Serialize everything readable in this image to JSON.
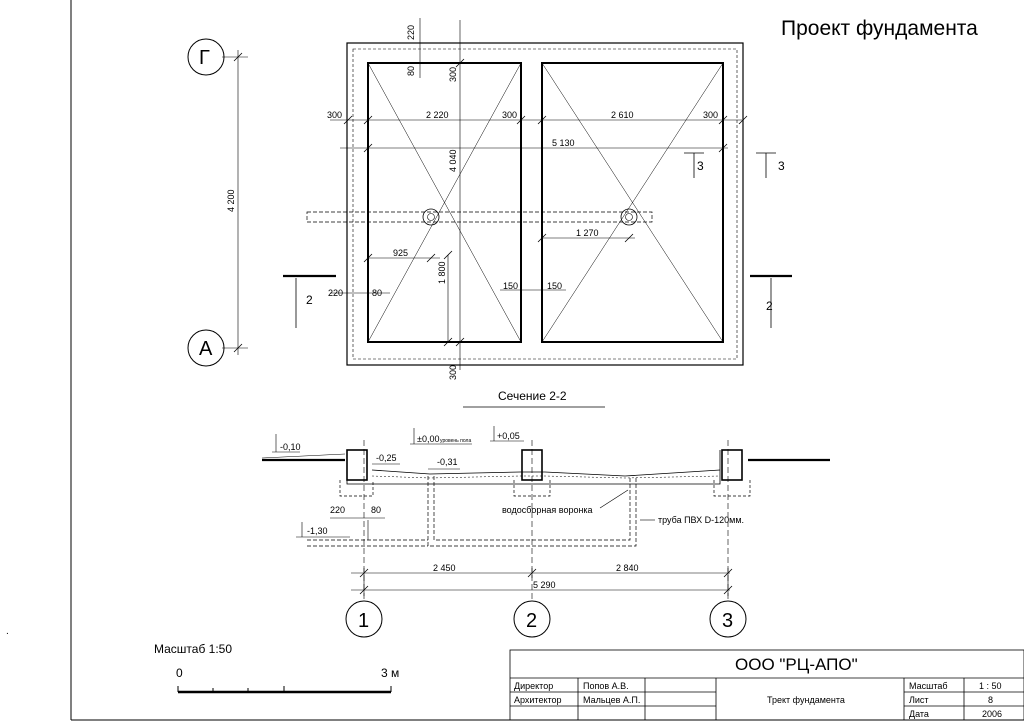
{
  "sheet": {
    "title": "Проект фундамента",
    "section_title": "Сечение 2-2",
    "scale_label": "Масштаб 1:50",
    "scale_start": "0",
    "scale_end": "3 м",
    "stray_mark": "."
  },
  "plan": {
    "axis_top": "Г",
    "axis_bottom": "А",
    "cut_label_2": "2",
    "cut_label_3": "3",
    "dims": {
      "d220_top": "220",
      "d80_top": "80",
      "d300_top": "300",
      "d300_left": "300",
      "d2220": "2 220",
      "d300_mid": "300",
      "d2610": "2 610",
      "d300_right": "300",
      "d5130": "5 130",
      "d4040": "4 040",
      "d4200": "4 200",
      "d925": "925",
      "d1270": "1 270",
      "d1800": "1 800",
      "d220_side": "220",
      "d80_side": "80",
      "d150_left": "150",
      "d150_right": "150",
      "d300_bottom": "300"
    }
  },
  "section": {
    "levels": {
      "l_010": "-0,10",
      "l_000": "±0,00",
      "l_000_note": "уровень пола",
      "l_005": "+0,05",
      "l_025": "-0,25",
      "l_031": "-0,31",
      "l_130": "-1,30"
    },
    "dims": {
      "d220": "220",
      "d80": "80",
      "d2450": "2 450",
      "d2840": "2 840",
      "d5290": "5 290"
    },
    "notes": {
      "funnel": "водосборная воронка",
      "pipe": "труба ПВХ D-120мм."
    },
    "axes": [
      "1",
      "2",
      "3"
    ]
  },
  "stamp": {
    "company": "ООО \"РЦ-АПО\"",
    "director_role": "Директор",
    "director_name": "Попов А.В.",
    "architect_role": "Архитектор",
    "architect_name": "Мальцев А.П.",
    "sheet_name": "Трект фундамента",
    "scale_key": "Масштаб",
    "scale_val": "1 : 50",
    "sheet_key": "Лист",
    "sheet_val": "8",
    "date_key": "Дата",
    "date_val": "2006"
  }
}
